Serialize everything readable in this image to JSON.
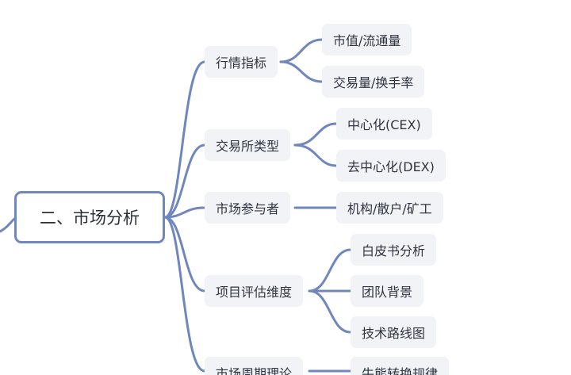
{
  "root": {
    "label": "二、市场分析"
  },
  "branches": [
    {
      "label": "行情指标",
      "children": [
        "市值/流通量",
        "交易量/换手率"
      ]
    },
    {
      "label": "交易所类型",
      "children": [
        "中心化(CEX)",
        "去中心化(DEX)"
      ]
    },
    {
      "label": "市场参与者",
      "children": [
        "机构/散户/矿工"
      ]
    },
    {
      "label": "项目评估维度",
      "children": [
        "白皮书分析",
        "团队背景",
        "技术路线图"
      ]
    },
    {
      "label": "市场周期理论",
      "children": [
        "牛熊转换规律"
      ]
    }
  ],
  "colors": {
    "line": "#7087bd",
    "node_bg": "#f2f3f7",
    "root_border": "#7087bd"
  }
}
